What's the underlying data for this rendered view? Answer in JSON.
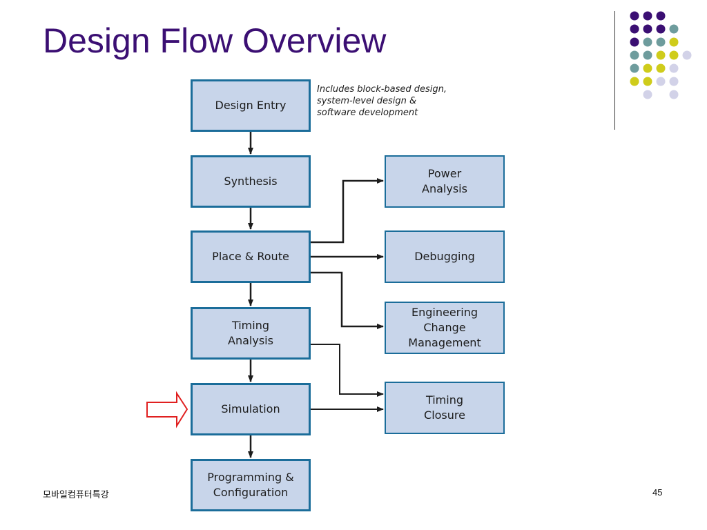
{
  "slide": {
    "title": "Design Flow Overview",
    "footer_left": "모바일컴퓨터특강",
    "page_number": "45"
  },
  "flow": {
    "steps": [
      {
        "label": "Design Entry"
      },
      {
        "label": "Synthesis"
      },
      {
        "label": "Place & Route"
      },
      {
        "label": "Timing\nAnalysis"
      },
      {
        "label": "Simulation"
      },
      {
        "label": "Programming &\nConfiguration"
      }
    ],
    "side_steps": [
      {
        "label": "Power\nAnalysis"
      },
      {
        "label": "Debugging"
      },
      {
        "label": "Engineering\nChange\nManagement"
      },
      {
        "label": "Timing\nClosure"
      }
    ],
    "note": "Includes block-based design,\nsystem-level design &\nsoftware development"
  },
  "colors": {
    "title": "#3b0f73",
    "box_fill": "#c8d5ea",
    "box_border": "#1b6d9a",
    "pointer_arrow": "#e02020",
    "dot_purple": "#3b0f73",
    "dot_teal": "#6e9c9d",
    "dot_yellow": "#cfcc1b",
    "dot_lavender": "#d2d2e8"
  },
  "decoration": {
    "pointer": "outline-arrow-right",
    "dot_rows": [
      [
        "purple",
        "purple",
        "purple",
        "none",
        "none"
      ],
      [
        "purple",
        "purple",
        "purple",
        "teal",
        "none"
      ],
      [
        "purple",
        "teal",
        "teal",
        "yellow",
        "none"
      ],
      [
        "teal",
        "teal",
        "yellow",
        "yellow",
        "lavender"
      ],
      [
        "teal",
        "yellow",
        "yellow",
        "lavender",
        "none"
      ],
      [
        "yellow",
        "yellow",
        "lavender",
        "lavender",
        "none"
      ],
      [
        "none",
        "lavender",
        "none",
        "lavender",
        "none"
      ]
    ]
  }
}
